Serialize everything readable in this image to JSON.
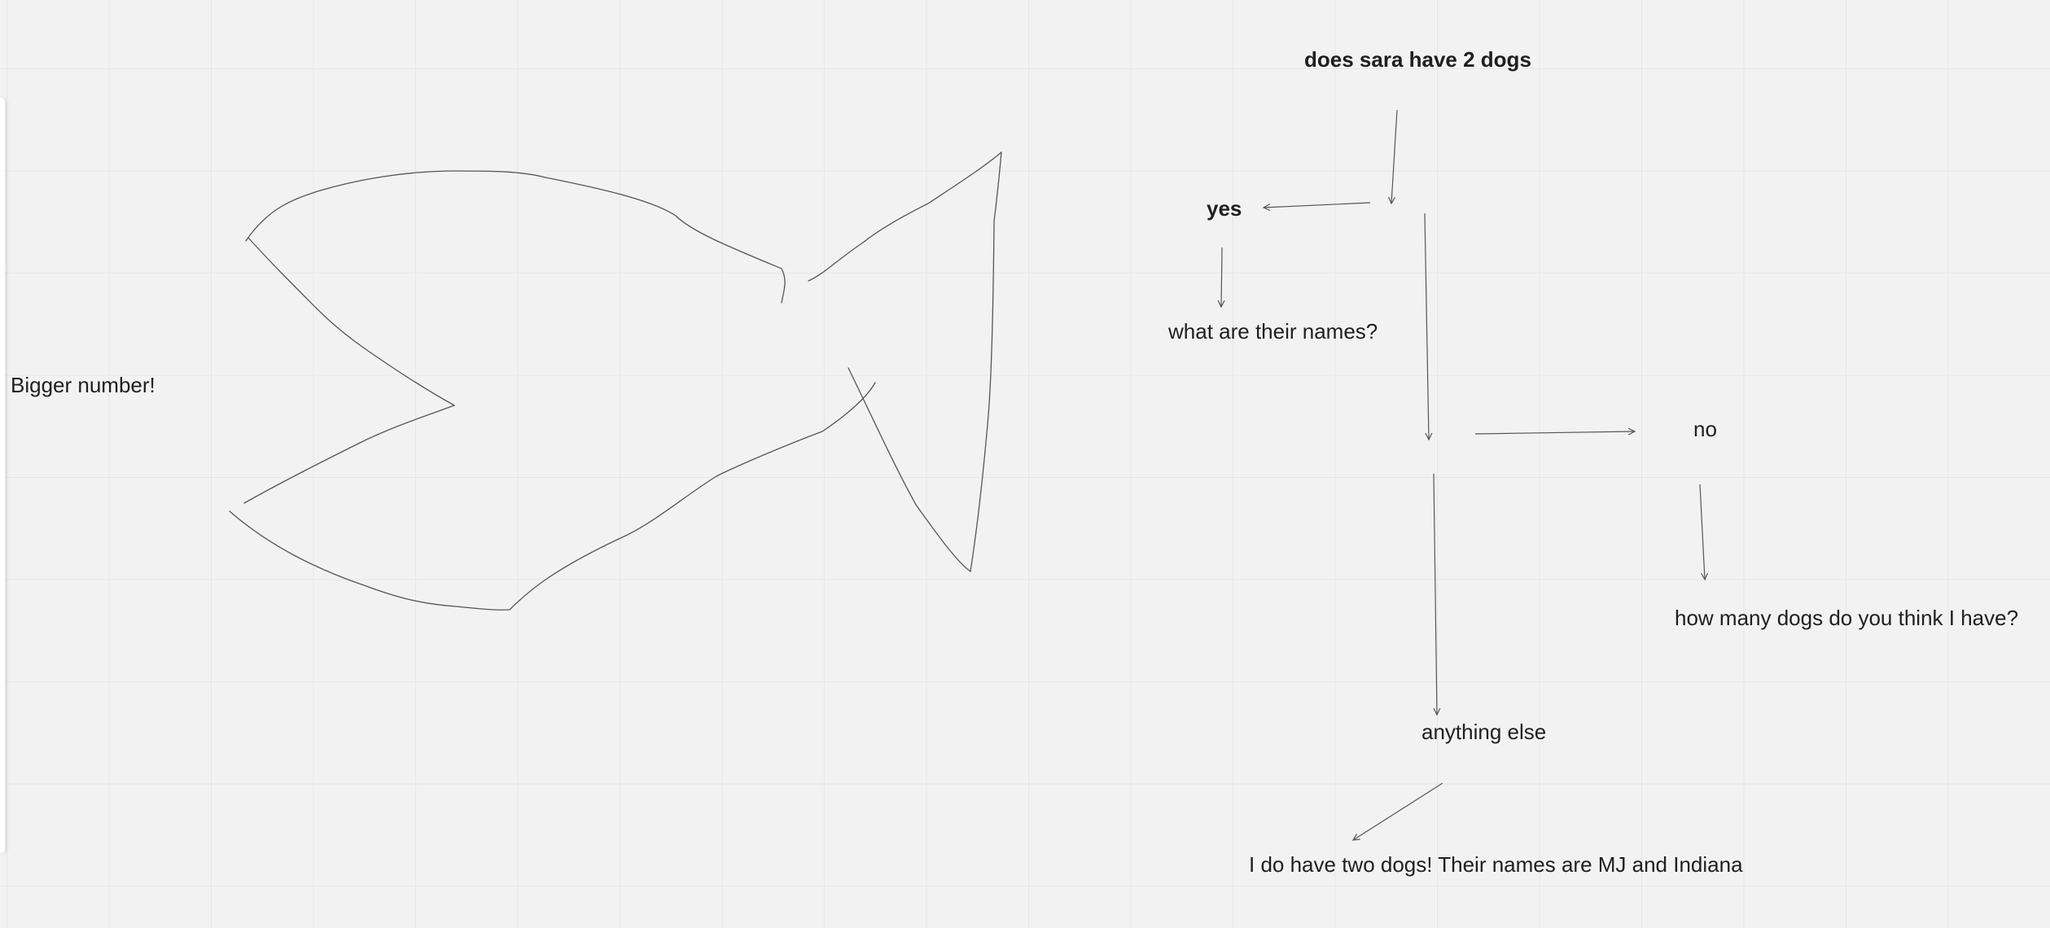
{
  "board": {
    "texts": {
      "bigger_number": "Bigger number!",
      "question": "does sara have 2 dogs",
      "yes": "yes",
      "names_question": "what are their names?",
      "no": "no",
      "how_many": "how many dogs do you think I have?",
      "anything_else": "anything else",
      "answer": "I do have two dogs! Their names are MJ and Indiana"
    }
  }
}
